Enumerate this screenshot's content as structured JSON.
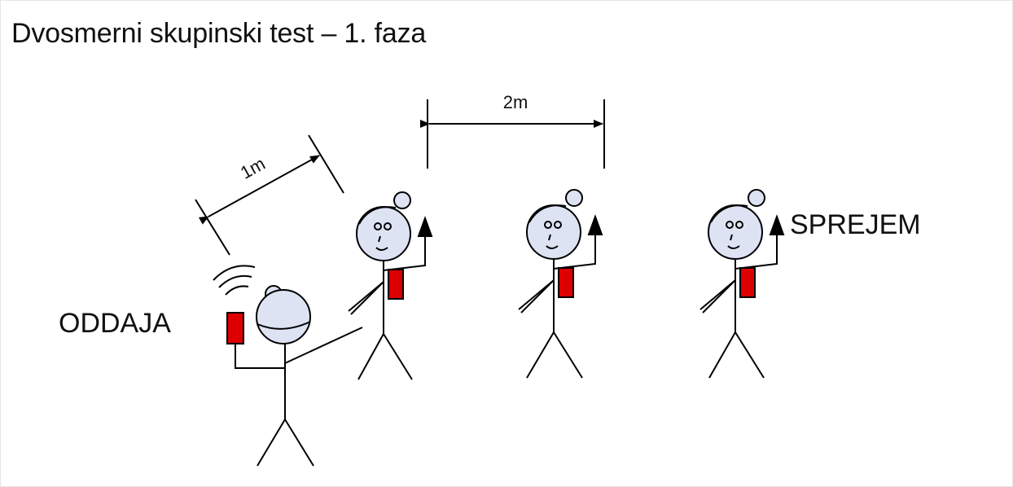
{
  "title": "Dvosmerni skupinski test – 1. faza",
  "labels": {
    "transmitter": "ODDAJA",
    "receiver": "SPREJEM"
  },
  "dimensions": {
    "short": "1m",
    "long": "2m"
  },
  "colors": {
    "head_fill": "#dde3f3",
    "radio_fill": "#dd0000",
    "line": "#000000"
  }
}
